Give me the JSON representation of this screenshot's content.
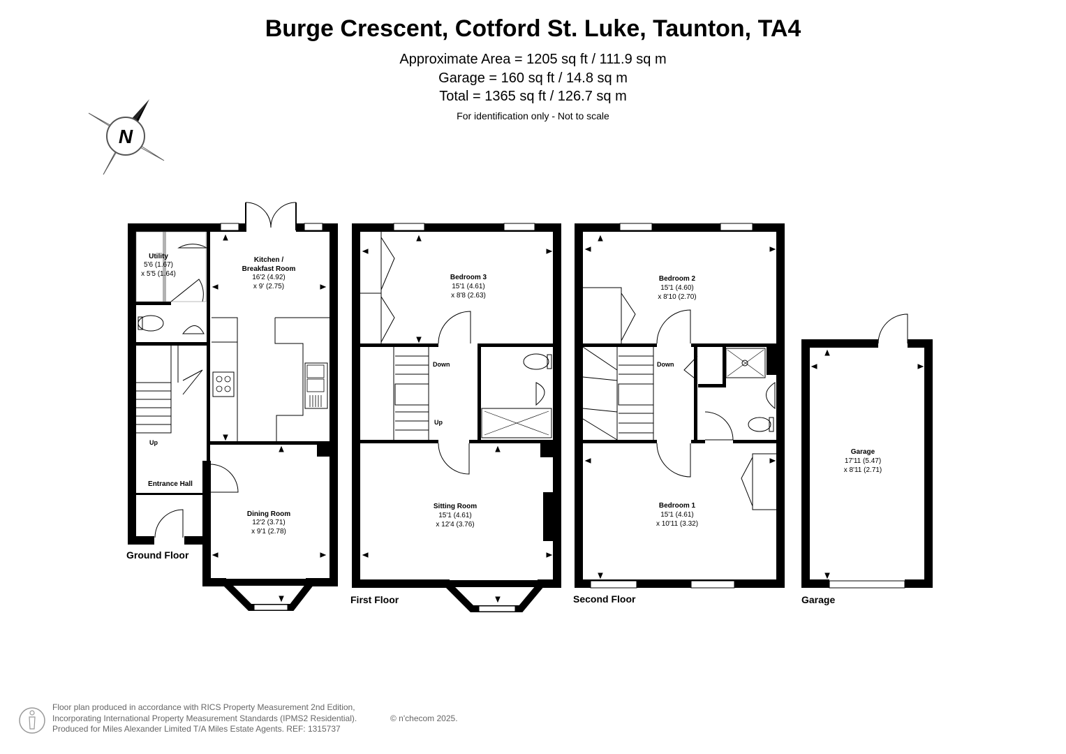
{
  "header": {
    "title": "Burge Crescent, Cotford St. Luke, Taunton, TA4",
    "area_line1": "Approximate Area = 1205 sq ft / 111.9 sq m",
    "area_line2": "Garage = 160 sq ft / 14.8 sq m",
    "area_line3": "Total = 1365 sq ft / 126.7 sq m",
    "note": "For identification only - Not to scale"
  },
  "compass": {
    "letter": "N"
  },
  "floors": {
    "ground": "Ground Floor",
    "first": "First Floor",
    "second": "Second Floor",
    "garage": "Garage"
  },
  "rooms": {
    "utility": {
      "name": "Utility",
      "dim1": "5'6 (1.67)",
      "dim2": "x 5'5 (1.64)"
    },
    "kitchen": {
      "name1": "Kitchen /",
      "name2": "Breakfast Room",
      "dim1": "16'2 (4.92)",
      "dim2": "x 9' (2.75)"
    },
    "entrance": {
      "name": "Entrance Hall"
    },
    "dining": {
      "name": "Dining Room",
      "dim1": "12'2 (3.71)",
      "dim2": "x 9'1 (2.78)"
    },
    "bedroom3": {
      "name": "Bedroom 3",
      "dim1": "15'1 (4.61)",
      "dim2": "x 8'8 (2.63)"
    },
    "sitting": {
      "name": "Sitting Room",
      "dim1": "15'1 (4.61)",
      "dim2": "x 12'4 (3.76)"
    },
    "bedroom2": {
      "name": "Bedroom 2",
      "dim1": "15'1 (4.60)",
      "dim2": "x 8'10 (2.70)"
    },
    "bedroom1": {
      "name": "Bedroom 1",
      "dim1": "15'1 (4.61)",
      "dim2": "x 10'11 (3.32)"
    },
    "garage": {
      "name": "Garage",
      "dim1": "17'11 (5.47)",
      "dim2": "x 8'11 (2.71)"
    }
  },
  "stairs": {
    "up": "Up",
    "down": "Down"
  },
  "footer": {
    "line1": "Floor plan produced in accordance with RICS Property Measurement 2nd Edition,",
    "line2": "Incorporating International Property Measurement Standards (IPMS2 Residential).",
    "line3": "Produced for Miles Alexander Limited T/A Miles Estate Agents.   REF: 1315737",
    "credit": "© n'checom 2025."
  }
}
